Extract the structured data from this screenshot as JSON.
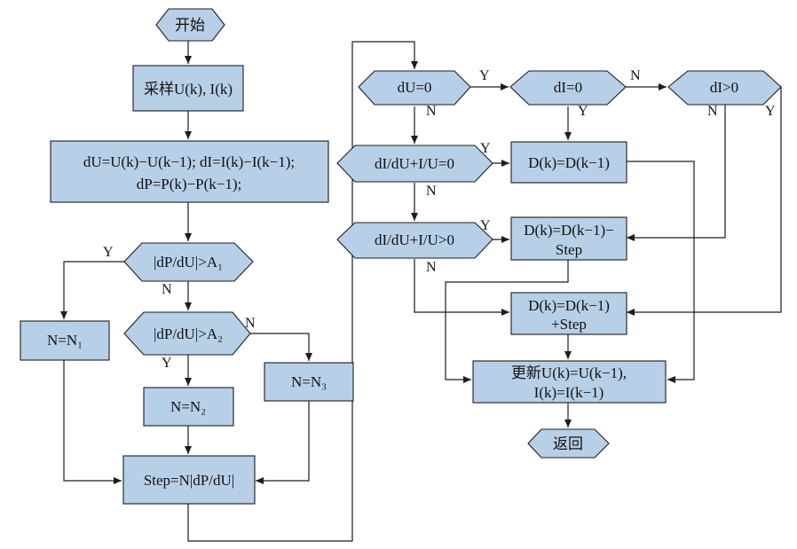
{
  "terminals": {
    "start": "开始",
    "end": "返回"
  },
  "boxes": {
    "sample": "采样U(k), I(k)",
    "calc_line1": "dU=U(k)−U(k−1); dI=I(k)−I(k−1);",
    "calc_line2": "dP=P(k)−P(k−1);",
    "n1": "N=N₁",
    "n2": "N=N₂",
    "n3": "N=N₃",
    "step": "Step=N|dP/dU|",
    "d_same": "D(k)=D(k−1)",
    "d_minus_line1": "D(k)=D(k−1)−",
    "d_minus_line2": "Step",
    "d_plus_line1": "D(k)=D(k−1)",
    "d_plus_line2": "+Step",
    "update_line1": "更新U(k)=U(k−1),",
    "update_line2": "I(k)=I(k−1)"
  },
  "decisions": {
    "dp1": "|dP/dU|>A₁",
    "dp2": "|dP/dU|>A₂",
    "du0": "dU=0",
    "di0": "dI=0",
    "digt0": "dI>0",
    "eq": "dI/dU+I/U=0",
    "gt": "dI/dU+I/U>0"
  },
  "branch_labels": {
    "yes": "Y",
    "no": "N"
  }
}
